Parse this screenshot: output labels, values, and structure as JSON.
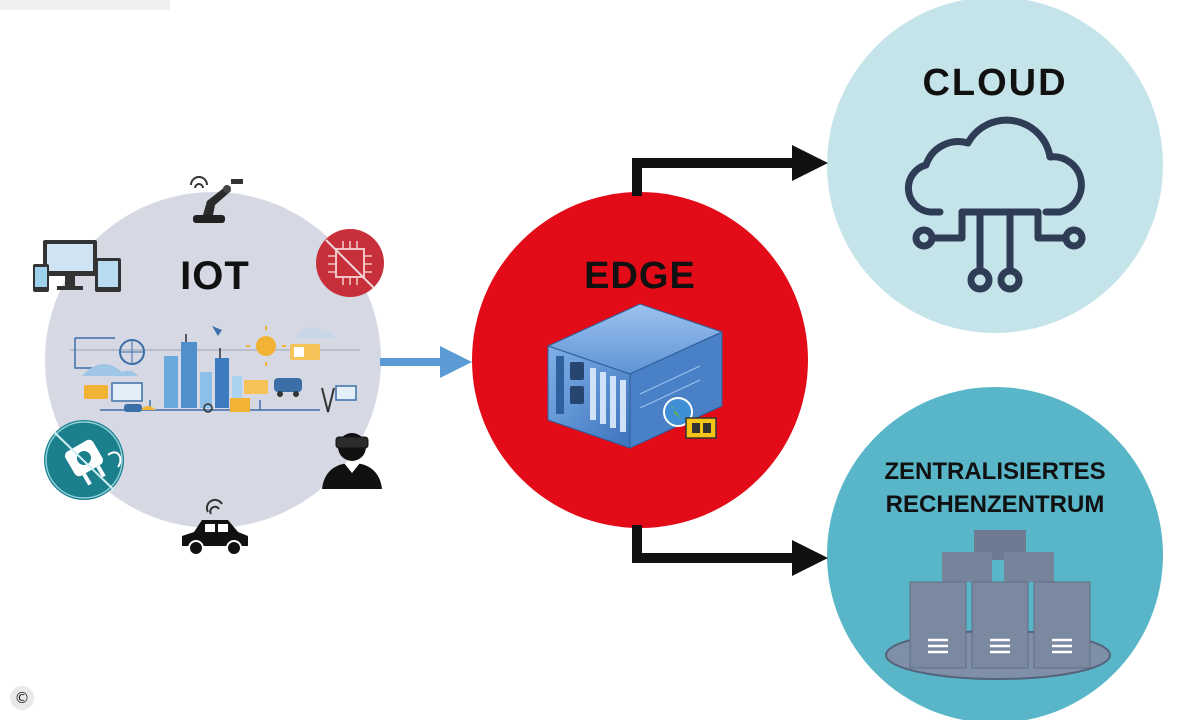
{
  "nodes": {
    "iot": {
      "label": "IOT"
    },
    "edge": {
      "label": "EDGE"
    },
    "cloud": {
      "label": "CLOUD"
    },
    "datacenter": {
      "label_line1": "ZENTRALISIERTES",
      "label_line2": "RECHENZENTRUM"
    }
  },
  "edges": [
    {
      "from": "iot",
      "to": "edge"
    },
    {
      "from": "edge",
      "to": "cloud"
    },
    {
      "from": "edge",
      "to": "datacenter"
    }
  ],
  "copyright": "©",
  "colors": {
    "iot_circle": "#d6d9e4",
    "edge_circle": "#e30b17",
    "cloud_circle": "#c5e4ea",
    "datacenter_circle": "#58b6c8",
    "arrow_iot": "#5b9bd5",
    "arrow_black": "#111111",
    "server_blue": "#5a8fd1"
  },
  "icons": [
    "robot-arm-icon",
    "devices-icon",
    "ai-chip-icon",
    "smart-city-icon",
    "gear-plug-icon",
    "vr-user-icon",
    "connected-car-icon",
    "server-rack-icon",
    "globe-icon",
    "film-icon",
    "cloud-network-icon",
    "server-stack-icon"
  ]
}
